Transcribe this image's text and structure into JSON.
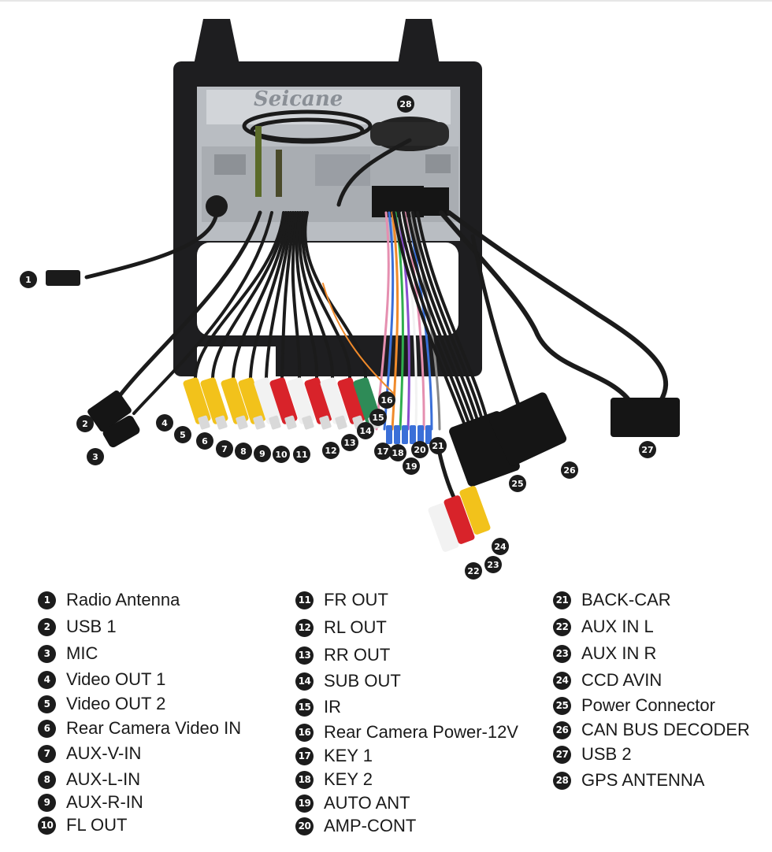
{
  "brand": "Seicane",
  "legend": [
    {
      "num": "1",
      "label": "Radio Antenna"
    },
    {
      "num": "2",
      "label": "USB 1"
    },
    {
      "num": "3",
      "label": "MIC"
    },
    {
      "num": "4",
      "label": "Video OUT 1"
    },
    {
      "num": "5",
      "label": "Video OUT 2"
    },
    {
      "num": "6",
      "label": "Rear Camera Video IN"
    },
    {
      "num": "7",
      "label": "AUX-V-IN"
    },
    {
      "num": "8",
      "label": "AUX-L-IN"
    },
    {
      "num": "9",
      "label": "AUX-R-IN"
    },
    {
      "num": "10",
      "label": "FL OUT"
    },
    {
      "num": "11",
      "label": "FR OUT"
    },
    {
      "num": "12",
      "label": "RL OUT"
    },
    {
      "num": "13",
      "label": "RR OUT"
    },
    {
      "num": "14",
      "label": "SUB OUT"
    },
    {
      "num": "15",
      "label": "IR"
    },
    {
      "num": "16",
      "label": "Rear Camera Power-12V"
    },
    {
      "num": "17",
      "label": "KEY 1"
    },
    {
      "num": "18",
      "label": "KEY 2"
    },
    {
      "num": "19",
      "label": "AUTO ANT"
    },
    {
      "num": "20",
      "label": "AMP-CONT"
    },
    {
      "num": "21",
      "label": "BACK-CAR"
    },
    {
      "num": "22",
      "label": "AUX IN L"
    },
    {
      "num": "23",
      "label": "AUX IN R"
    },
    {
      "num": "24",
      "label": "CCD AVIN"
    },
    {
      "num": "25",
      "label": "Power Connector"
    },
    {
      "num": "26",
      "label": "CAN BUS DECODER"
    },
    {
      "num": "27",
      "label": "USB 2"
    },
    {
      "num": "28",
      "label": "GPS ANTENNA"
    }
  ],
  "colors": {
    "callout": "#1c1c1c",
    "frame": "#1e1e20",
    "chassis": "#b9bdc2",
    "rca_yellow": "#f2c21b",
    "rca_red": "#d8232a",
    "rca_white": "#f2f2f2",
    "rca_green": "#2e8b57",
    "wire_pink": "#e58fb0",
    "wire_blue": "#3a6fd8",
    "wire_orange": "#f08a2a",
    "wire_green": "#2fae4e"
  }
}
